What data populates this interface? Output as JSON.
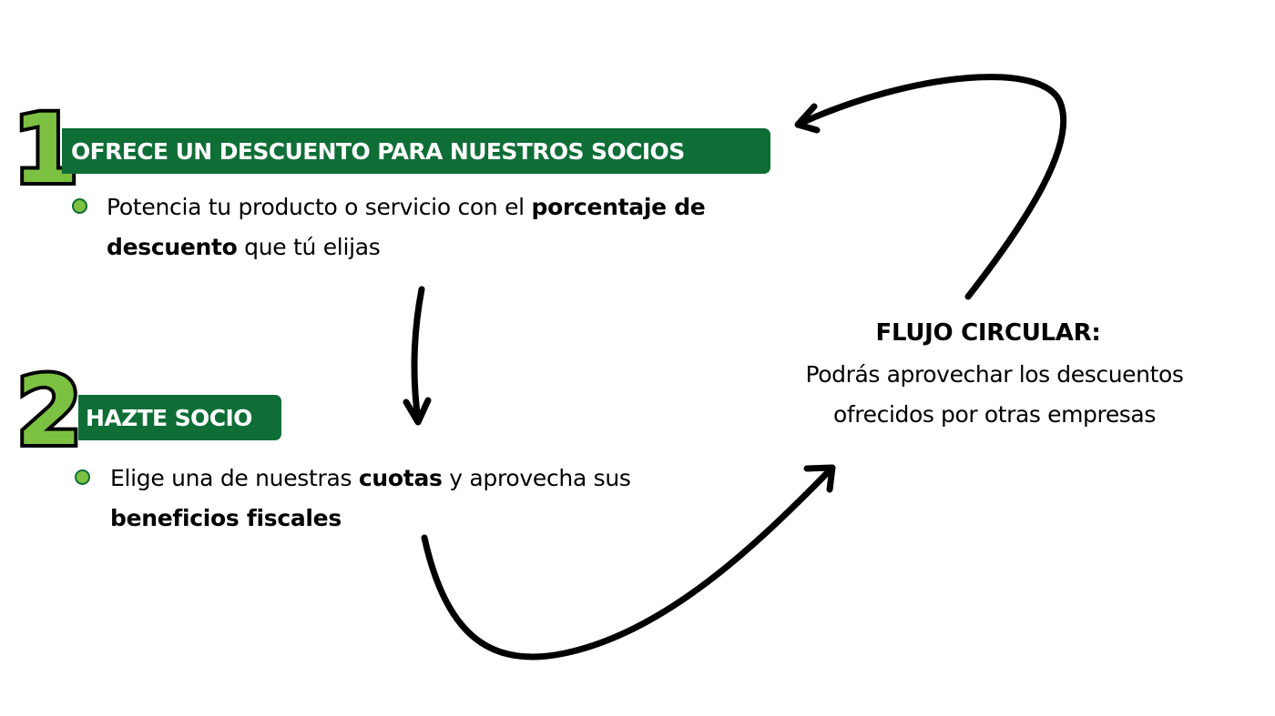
{
  "step1": {
    "number": "1",
    "heading": "OFRECE UN DESCUENTO PARA NUESTROS SOCIOS",
    "bullet": {
      "text_a": "Potencia tu producto o servicio con el ",
      "bold_a": "porcentaje de descuento",
      "text_b": " que tú elijas"
    }
  },
  "step2": {
    "number": "2",
    "heading": "HAZTE SOCIO",
    "bullet": {
      "text_a": "Elige una de nuestras ",
      "bold_a": "cuotas",
      "text_b": " y aprovecha sus ",
      "bold_b": "beneficios fiscales"
    }
  },
  "flow": {
    "title": "FLUJO CIRCULAR:",
    "description": "Podrás aprovechar los descuentos ofrecidos por otras empresas"
  },
  "colors": {
    "banner_green": "#0f6e36",
    "accent_green": "#7cc142",
    "text": "#000000",
    "background": "#ffffff"
  }
}
